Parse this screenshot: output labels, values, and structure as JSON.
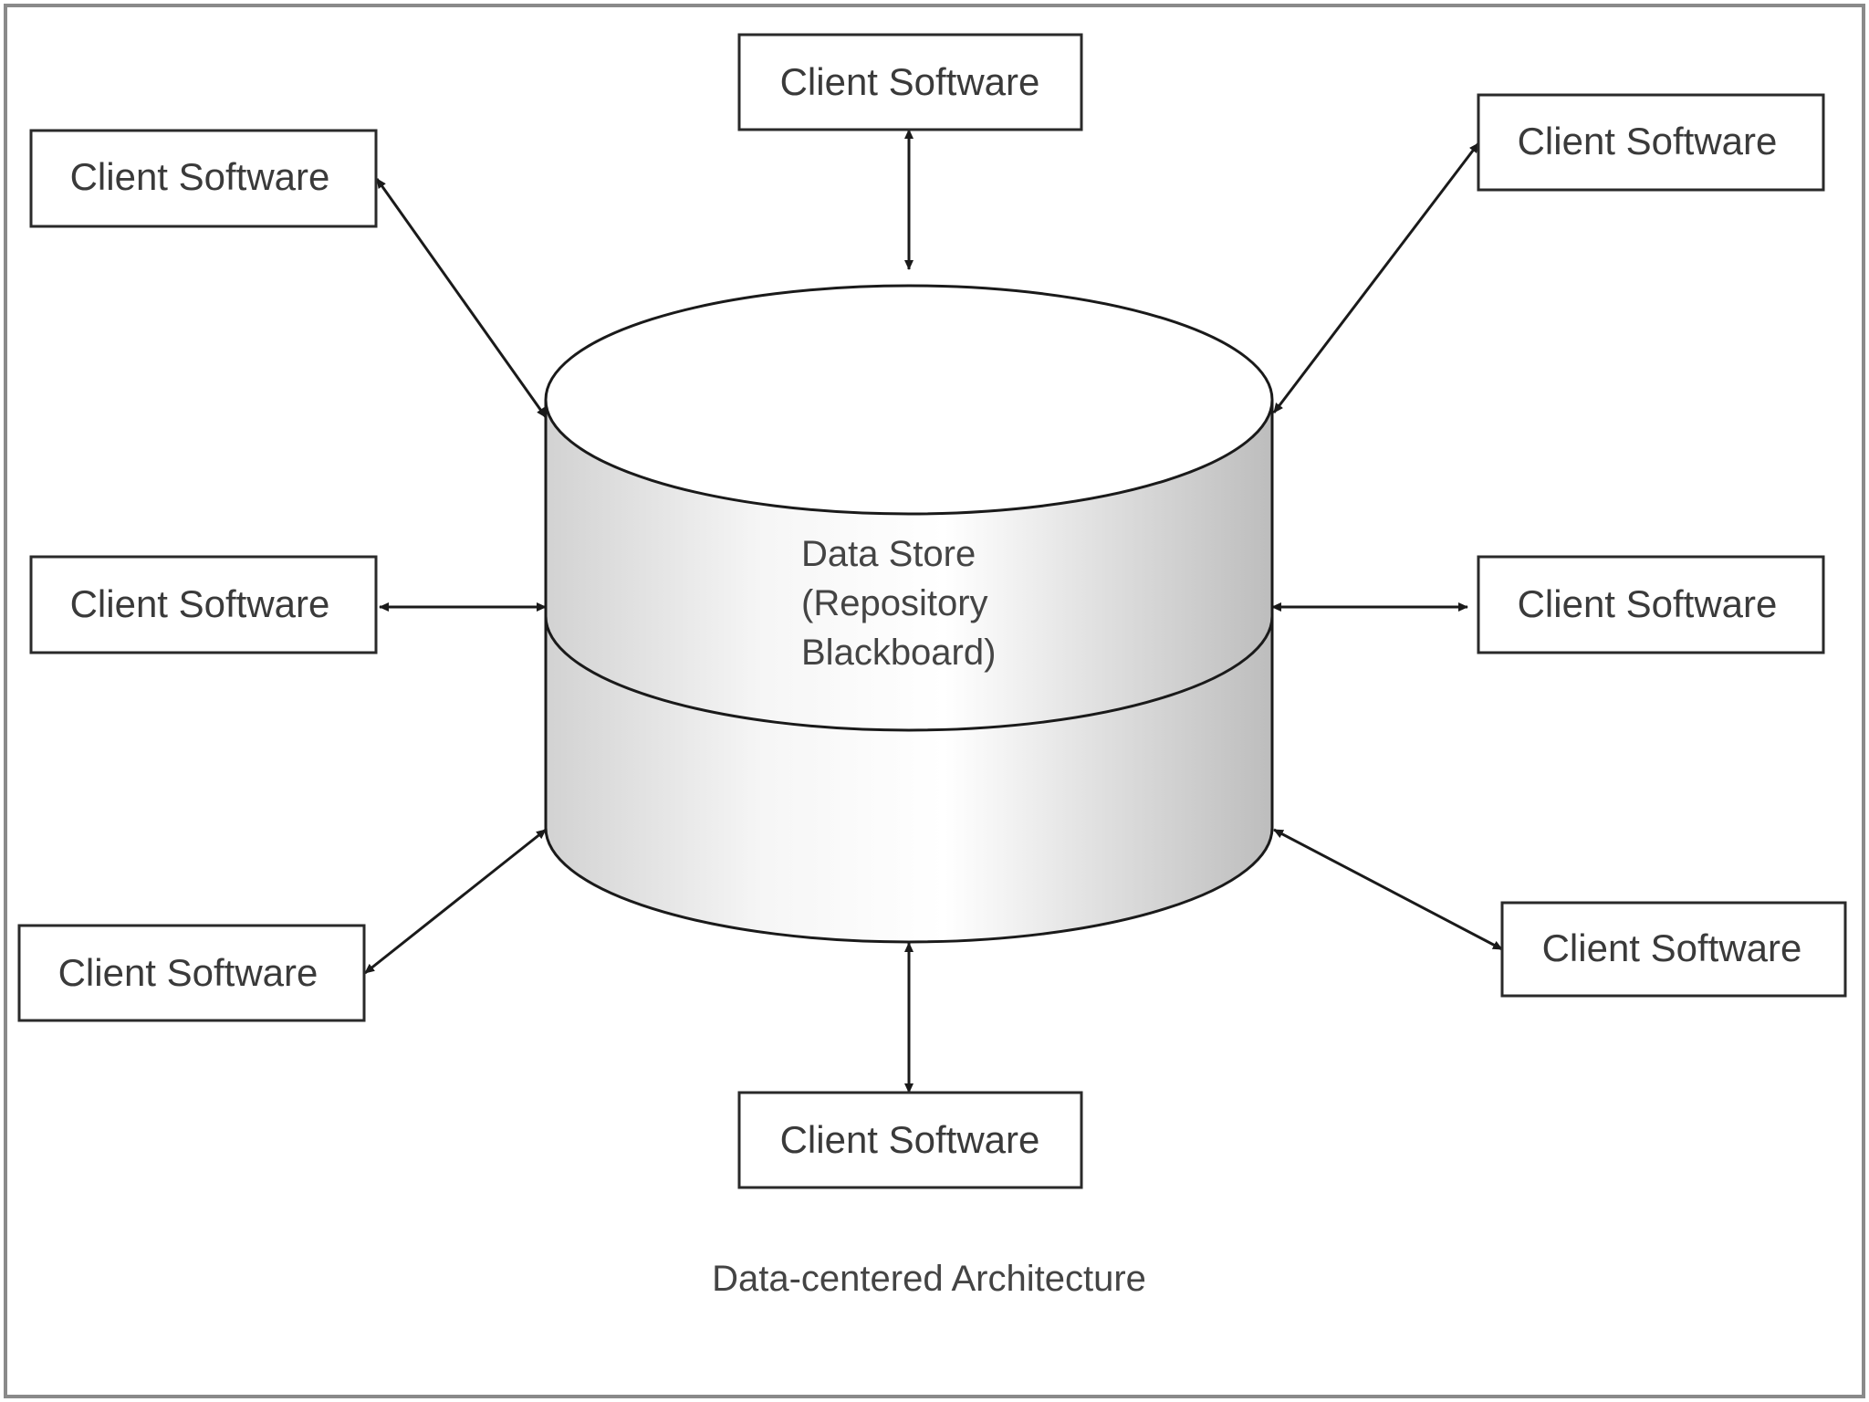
{
  "diagram": {
    "data_store": {
      "line1": "Data Store",
      "line2": "(Repository",
      "line3": "Blackboard)"
    },
    "clients": [
      {
        "id": "top",
        "label": "Client Software"
      },
      {
        "id": "top-left",
        "label": "Client Software"
      },
      {
        "id": "top-right",
        "label": "Client Software"
      },
      {
        "id": "middle-left",
        "label": "Client Software"
      },
      {
        "id": "middle-right",
        "label": "Client Software"
      },
      {
        "id": "bottom-left",
        "label": "Client Software"
      },
      {
        "id": "bottom-right",
        "label": "Client Software"
      },
      {
        "id": "bottom",
        "label": "Client Software"
      }
    ],
    "caption": "Data-centered Architecture"
  },
  "colors": {
    "stroke": "#1a1a1a",
    "frame": "#888888",
    "text": "#3a3a3a",
    "cylinder_light": "#ffffff",
    "cylinder_dark": "#c9c9c9"
  }
}
